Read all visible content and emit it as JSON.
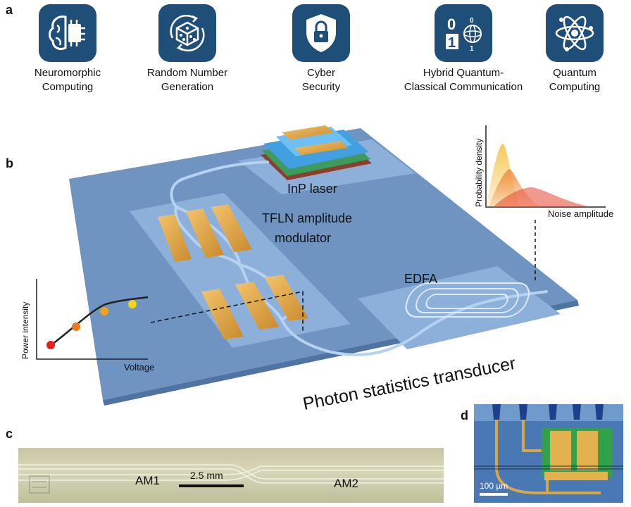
{
  "panels": {
    "a": "a",
    "b": "b",
    "c": "c",
    "d": "d"
  },
  "applications": [
    {
      "icon": "brain-chip-icon",
      "line1": "Neuromorphic",
      "line2": "Computing"
    },
    {
      "icon": "dice-icon",
      "line1": "Random Number",
      "line2": "Generation"
    },
    {
      "icon": "shield-lock-icon",
      "line1": "Cyber",
      "line2": "Security"
    },
    {
      "icon": "qubit-bits-icon",
      "line1": "Hybrid Quantum-",
      "line2": "Classical Communication",
      "bit0": "0",
      "bit1": "1",
      "q0": "0",
      "q1": "1"
    },
    {
      "icon": "atom-icon",
      "line1": "Quantum",
      "line2": "Computing"
    }
  ],
  "diagram": {
    "laser_label": "InP laser",
    "modulator_label_1": "TFLN amplitude",
    "modulator_label_2": "modulator",
    "edfa_label": "EDFA",
    "transducer_label": "Photon statistics transducer"
  },
  "curve_inset": {
    "xlabel": "Voltage",
    "ylabel": "Power intensity",
    "point_colors": [
      "#e8201c",
      "#ee7a1c",
      "#f2a21c",
      "#f5d21c"
    ]
  },
  "pdf_inset": {
    "xlabel": "Noise amplitude",
    "ylabel": "Probability density"
  },
  "photo_c": {
    "left_label": "AM1",
    "right_label": "AM2",
    "scale": "2.5 mm"
  },
  "photo_d": {
    "scale": "100 µm"
  },
  "colors": {
    "icon_bg": "#1f4e79",
    "chip": "#6f94c2",
    "pad": "#e2a94a"
  }
}
